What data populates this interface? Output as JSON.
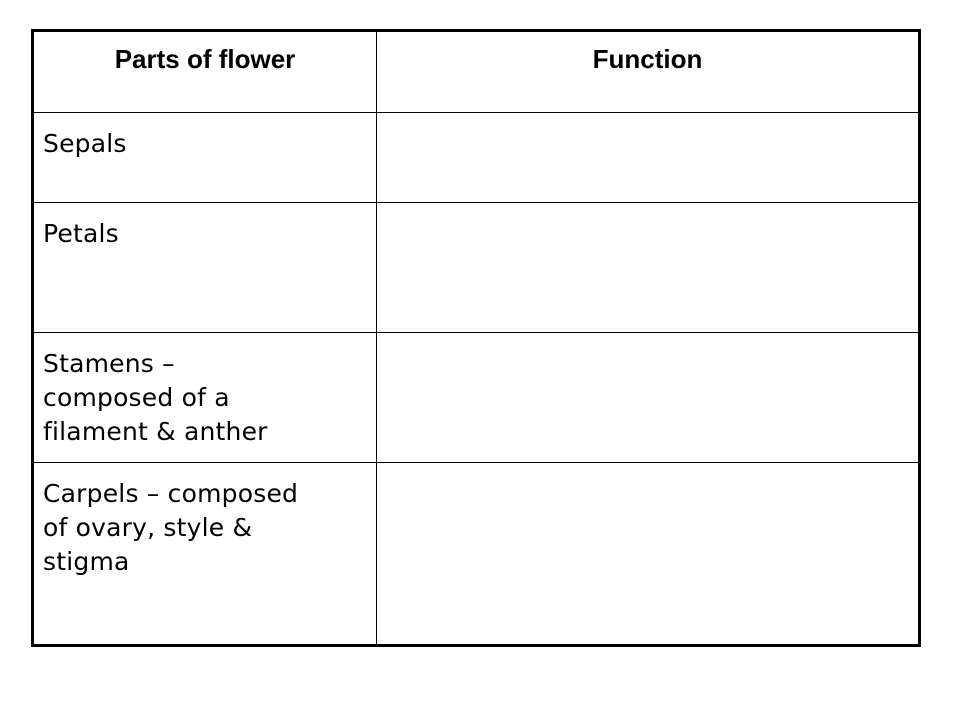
{
  "table": {
    "headers": {
      "part": "Parts of flower",
      "function": "Function"
    },
    "rows": [
      {
        "part_lines": [
          "Sepals"
        ],
        "function": ""
      },
      {
        "part_lines": [
          "Petals"
        ],
        "function": ""
      },
      {
        "part_lines": [
          "Stamens –",
          "composed of a",
          "filament & anther"
        ],
        "function": ""
      },
      {
        "part_lines": [
          "Carpels – composed",
          "of ovary, style &",
          "stigma"
        ],
        "function": ""
      }
    ]
  }
}
